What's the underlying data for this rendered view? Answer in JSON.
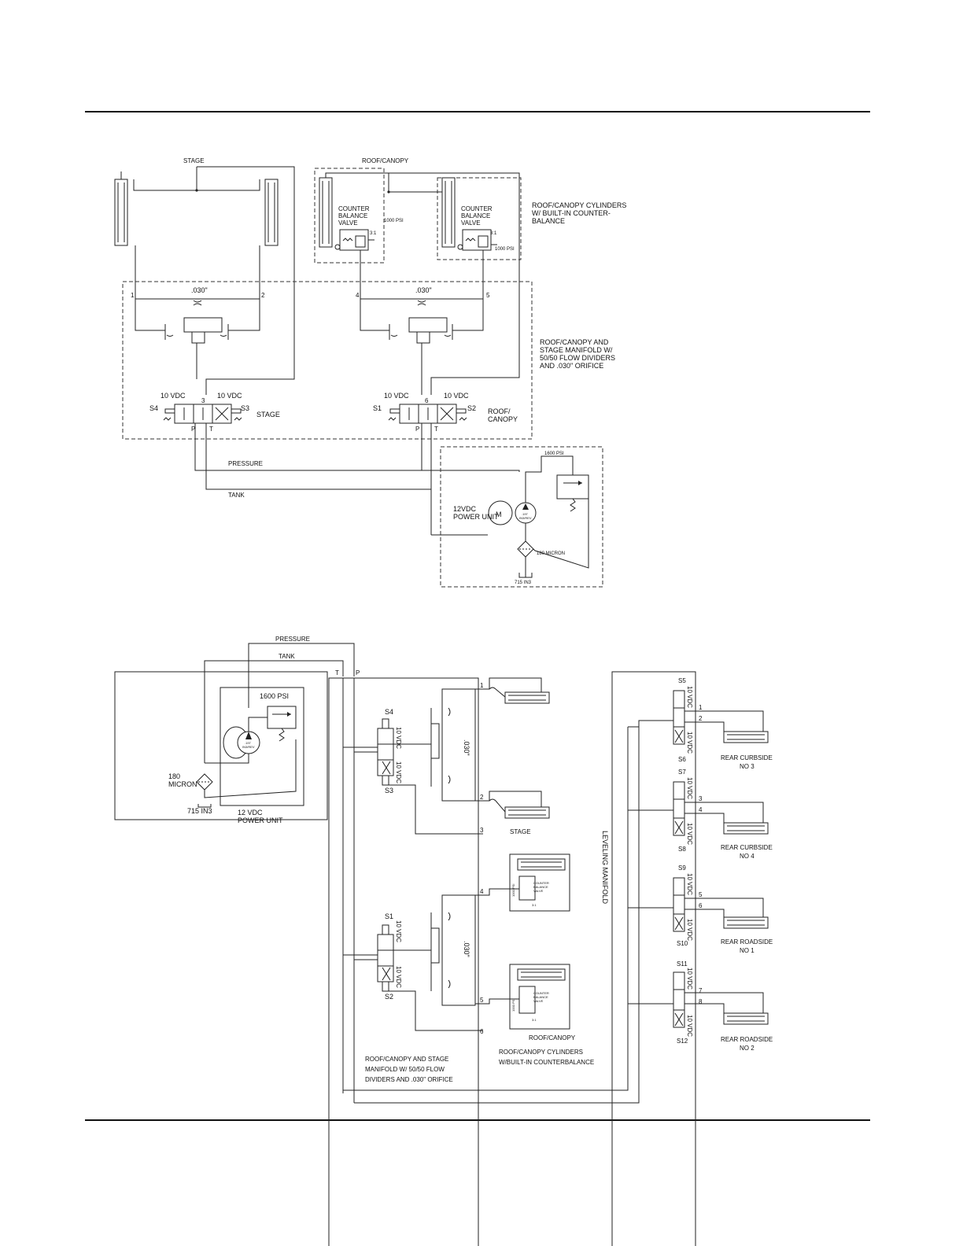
{
  "top_diagram": {
    "stage_title": "STAGE",
    "roof_title": "ROOF/CANOPY",
    "cbv_label_line1": "COUNTER",
    "cbv_label_line2": "BALANCE",
    "cbv_label_line3": "VALVE",
    "cbv_setting": "1000 PSI",
    "cbv_ratio": "3:1",
    "cylinders_note_line1": "ROOF/CANOPY CYLINDERS",
    "cylinders_note_line2": "W/ BUILT-IN COUNTER-",
    "cylinders_note_line3": "BALANCE",
    "manifold_note_line1": "ROOF/CANOPY AND",
    "manifold_note_line2": "STAGE MANIFOLD W/",
    "manifold_note_line3": "50/50 FLOW DIVIDERS",
    "manifold_note_line4": "AND .030\" ORIFICE",
    "orifice": ".030\"",
    "ports": [
      "1",
      "2",
      "3",
      "4",
      "5",
      "6"
    ],
    "voltage": "10 VDC",
    "sol_s4": "S4",
    "sol_s3": "S3",
    "sol_s1": "S1",
    "sol_s2": "S2",
    "stage_label": "STAGE",
    "roof_label_line1": "ROOF/",
    "roof_label_line2": "CANOPY",
    "port_p": "P",
    "port_t": "T",
    "pressure": "PRESSURE",
    "tank": "TANK",
    "relief": "1600 PSI",
    "power_unit_line1": "12VDC",
    "power_unit_line2": "POWER UNIT",
    "motor": "M",
    "pump_line1": ".197",
    "pump_line2": "IN3/REV",
    "filter": "180 MICRON",
    "reservoir": "715 IN3"
  },
  "bottom_diagram": {
    "pressure": "PRESSURE",
    "tank": "TANK",
    "relief": "1600 PSI",
    "pump_line1": ".197",
    "pump_line2": "IN3/REV",
    "filter_line1": "180",
    "filter_line2": "MICRON",
    "reservoir": "715 IN3",
    "power_unit_line1": "12 VDC",
    "power_unit_line2": "POWER UNIT",
    "port_t": "T",
    "port_p": "P",
    "voltage": "10 VDC",
    "orifice": ".030\"",
    "sol_s4": "S4",
    "sol_s3": "S3",
    "sol_s1": "S1",
    "sol_s2": "S2",
    "ports": [
      "1",
      "2",
      "3",
      "4",
      "5",
      "6"
    ],
    "stage_label": "STAGE",
    "cbv_line1": "COUNTER",
    "cbv_line2": "BALANCE",
    "cbv_line3": "VALVE",
    "cbv_setting": "1000 PSI",
    "cbv_ratio": "3:1",
    "roof_label": "ROOF/CANOPY",
    "manifold_note_line1": "ROOF/CANOPY AND STAGE",
    "manifold_note_line2": "MANIFOLD W/ 50/50 FLOW",
    "manifold_note_line3": "DIVIDERS AND .030\" ORIFICE",
    "cylinders_note_line1": "ROOF/CANOPY CYLINDERS",
    "cylinders_note_line2": "W/BUILT-IN COUNTERBALANCE",
    "leveling_manifold": "LEVELING MANIFOLD",
    "lev_ports": [
      "1",
      "2",
      "3",
      "4",
      "5",
      "6",
      "7",
      "8"
    ],
    "lev_sols": [
      "S5",
      "S6",
      "S7",
      "S8",
      "S9",
      "S10",
      "S11",
      "S12"
    ],
    "jack_1_line1": "REAR CURBSIDE",
    "jack_1_line2": "NO 3",
    "jack_2_line1": "REAR CURBSIDE",
    "jack_2_line2": "NO 4",
    "jack_3_line1": "REAR ROADSIDE",
    "jack_3_line2": "NO 1",
    "jack_4_line1": "REAR ROADSIDE",
    "jack_4_line2": "NO 2"
  }
}
